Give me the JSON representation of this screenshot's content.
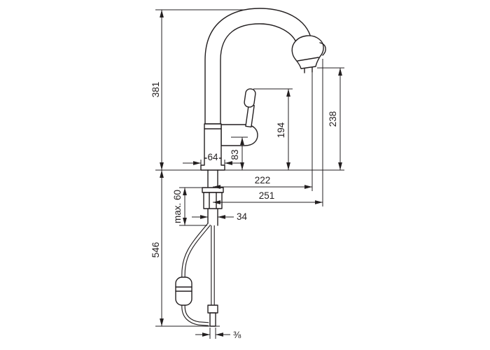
{
  "style": {
    "background": "#ffffff",
    "line_color": "#231f20"
  },
  "drawing": {
    "dimensions": {
      "overall_height": "381",
      "outlet_height": "238",
      "handle_height": "194",
      "body_height": "83",
      "base_width": "64",
      "spout_reach": "222",
      "max_reach": "251",
      "shank_diameter": "34",
      "max_counter_thickness": "max. 60",
      "hose_drop": "546",
      "connection_size": "⅜"
    }
  }
}
